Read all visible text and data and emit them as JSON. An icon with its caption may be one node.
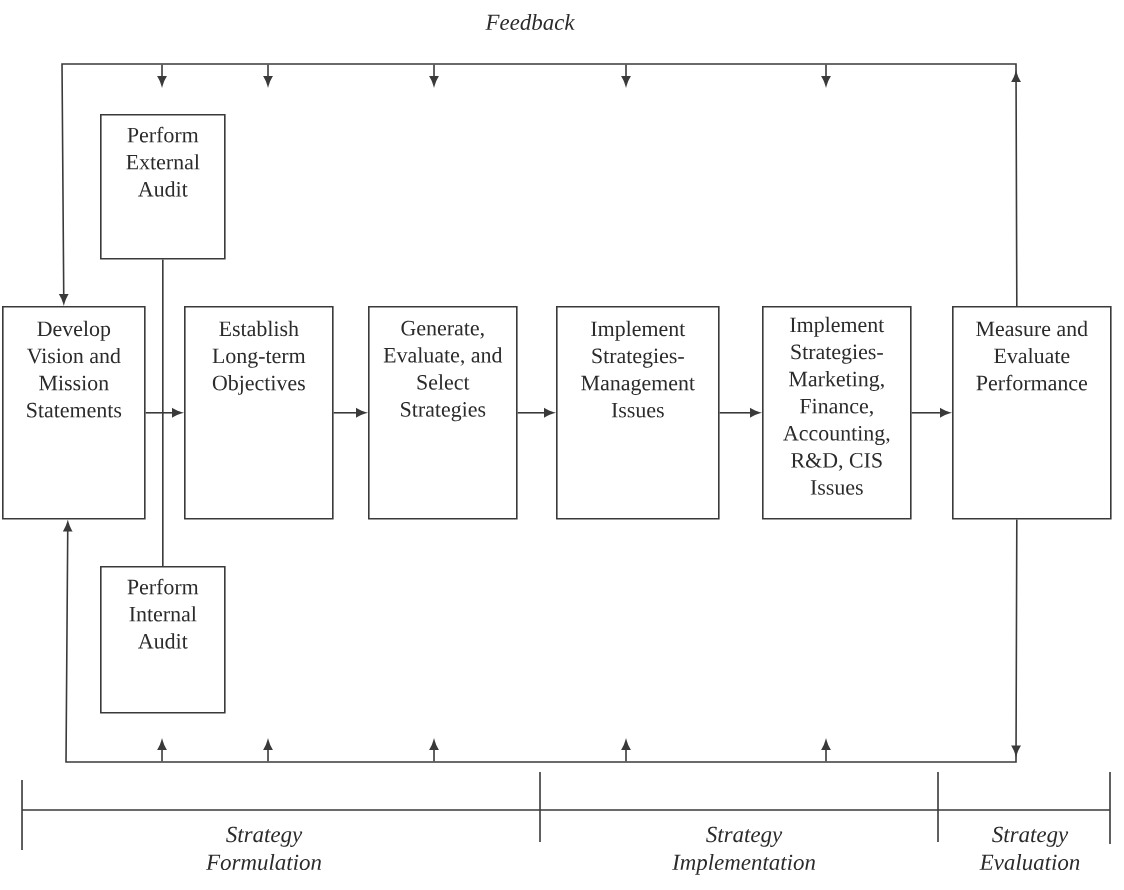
{
  "diagram": {
    "nodes": [
      {
        "text": [
          "Develop Vision and Mission Statements"
        ]
      },
      {
        "text": [
          "Perform External Audit"
        ]
      },
      {
        "text": [
          "Establish Long-term Objectives"
        ]
      },
      {
        "text": [
          "Generate, Evaluate, and Select Strategies"
        ]
      },
      {
        "text": [
          "Implement Strategies-Management Issues"
        ]
      },
      {
        "text": [
          "Implement Strategies-Marketing, Finance, Accounting, R&D, CIS Issues"
        ]
      },
      {
        "text": [
          "Measure and Evaluate Performance"
        ]
      },
      {
        "text": [
          "Perform Internal Audit"
        ]
      }
    ],
    "edges": [
      {
        "from": 0,
        "to": 2,
        "arrow": "to"
      },
      {
        "from": 2,
        "to": 3,
        "arrow": "to"
      },
      {
        "from": 3,
        "to": 4,
        "arrow": "to"
      },
      {
        "from": 4,
        "to": 5,
        "arrow": "to"
      },
      {
        "from": 5,
        "to": 6,
        "arrow": "to"
      },
      {
        "from": 6,
        "to": 0,
        "arrow": "to",
        "label": "Feedback"
      },
      {
        "from": 6,
        "to": 0,
        "arrow": "to"
      },
      {
        "from": 1,
        "to": 7,
        "arrow": "none"
      }
    ],
    "labels": [
      "Strategy Formulation",
      "Strategy Implementation",
      "Strategy Evaluation"
    ]
  }
}
